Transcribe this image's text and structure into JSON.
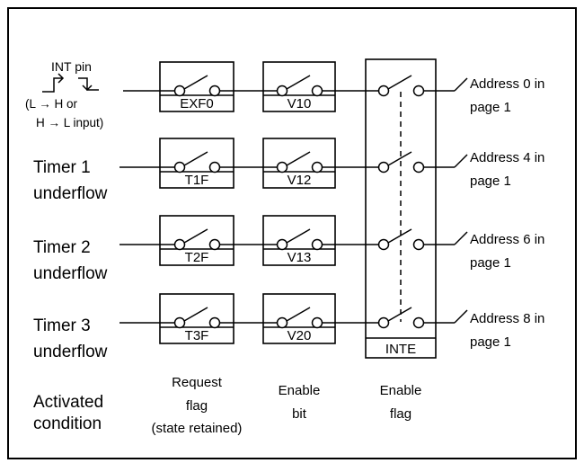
{
  "int_pin": {
    "title": "INT pin",
    "lines": [
      "(L → H or",
      "H → L input)"
    ]
  },
  "sources": [
    {
      "lines": [
        "Timer 1",
        "underflow"
      ]
    },
    {
      "lines": [
        "Timer 2",
        "underflow"
      ]
    },
    {
      "lines": [
        "Timer 3",
        "underflow"
      ]
    }
  ],
  "request_flags": [
    "EXF0",
    "T1F",
    "T2F",
    "T3F"
  ],
  "enable_bits": [
    "V10",
    "V12",
    "V13",
    "V20"
  ],
  "enable_flag_label": "INTE",
  "destinations": [
    {
      "lines": [
        "Address 0 in",
        "page 1"
      ]
    },
    {
      "lines": [
        "Address 4 in",
        "page 1"
      ]
    },
    {
      "lines": [
        "Address 6 in",
        "page 1"
      ]
    },
    {
      "lines": [
        "Address 8 in",
        "page 1"
      ]
    }
  ],
  "footer": {
    "activated": [
      "Activated",
      "condition"
    ],
    "request": [
      "Request",
      "flag",
      "(state retained)"
    ],
    "enable_bit": [
      "Enable",
      "bit"
    ],
    "enable_flag": [
      "Enable",
      "flag"
    ]
  }
}
